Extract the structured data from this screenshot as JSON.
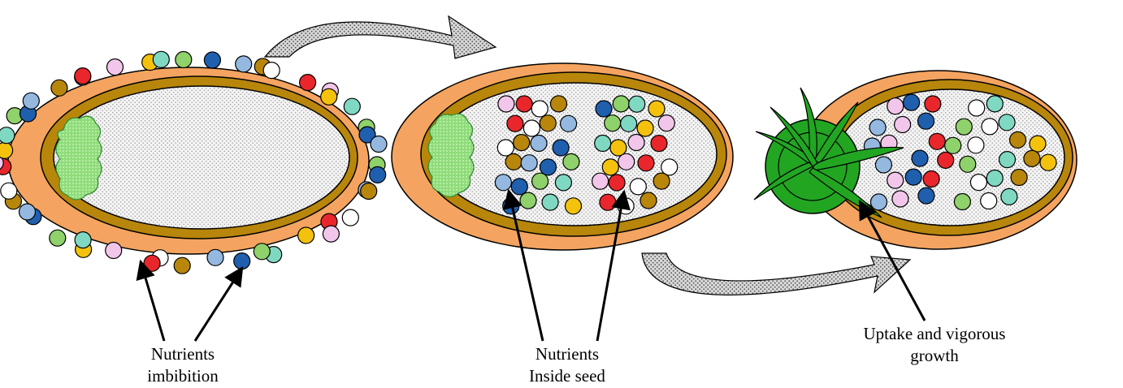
{
  "labels": {
    "imbibition_line1": "Nutrients",
    "imbibition_line2": "imbibition",
    "inside_line1": "Nutrients",
    "inside_line2": "Inside seed",
    "uptake_line1": "Uptake and vigorous",
    "uptake_line2": "growth"
  },
  "colors": {
    "seed_coat": "#f4a460",
    "cotyledon_ring": "#b8860b",
    "endosperm": "#f0f0f0",
    "embryo": "#90ee90",
    "seedling": "#22a622",
    "transition_arrow": "#cfcfcf",
    "nutrient_palette": [
      "#e8262b",
      "#f4c20d",
      "#8fd16a",
      "#94b8e0",
      "#ffffff",
      "#f2c6ea",
      "#7fd8c2",
      "#1f5fae",
      "#b8860b"
    ]
  }
}
